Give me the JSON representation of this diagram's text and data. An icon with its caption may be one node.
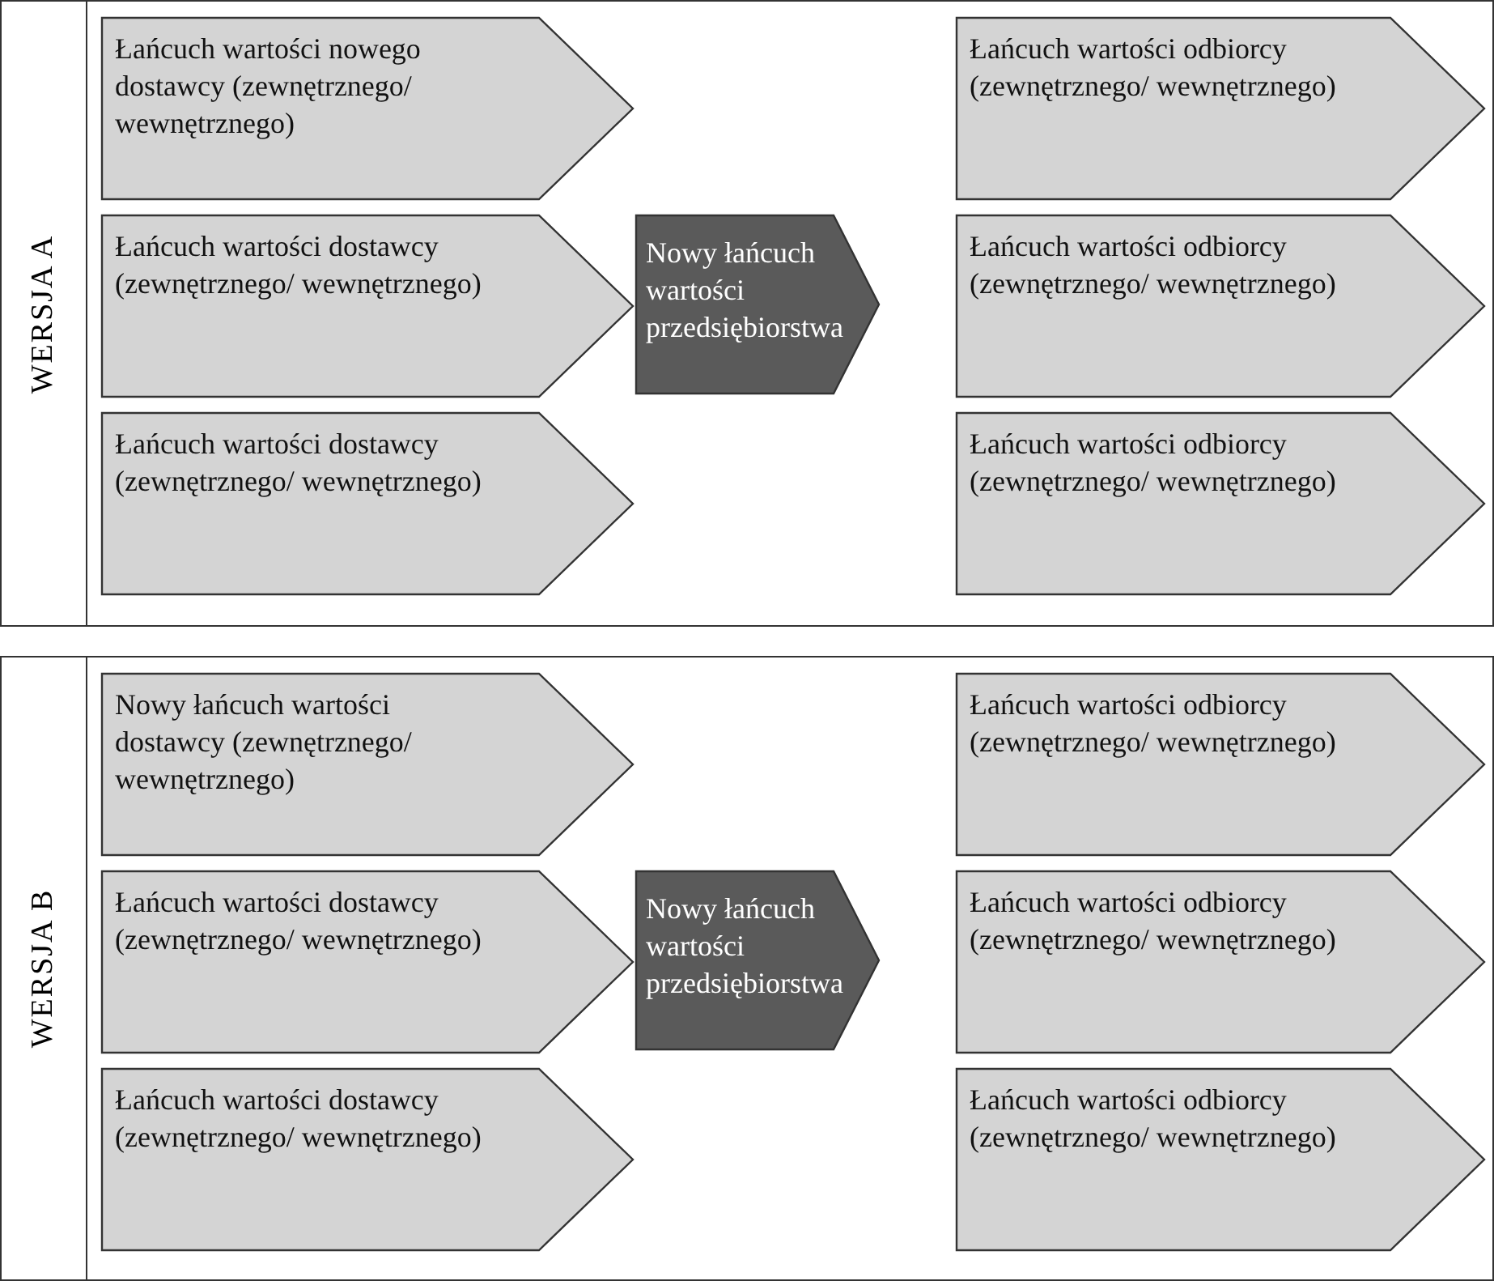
{
  "diagram": {
    "nodes": [
      {
        "text": [
          "WERSJA A"
        ]
      },
      {
        "text": [
          "Łańcuch wartości nowego dostawcy (zewnętrznego/ wewnętrznego)"
        ],
        "in": 0
      },
      {
        "text": [
          "Łańcuch wartości dostawcy (zewnętrznego/ wewnętrznego)"
        ],
        "in": 0
      },
      {
        "text": [
          "Łańcuch wartości dostawcy (zewnętrznego/ wewnętrznego)"
        ],
        "in": 0
      },
      {
        "text": [
          "Nowy łańcuch wartości przedsiębiorstwa"
        ],
        "in": 0
      },
      {
        "text": [
          "Łańcuch wartości odbiorcy (zewnętrznego/ wewnętrznego)"
        ],
        "in": 0
      },
      {
        "text": [
          "Łańcuch wartości odbiorcy (zewnętrznego/ wewnętrznego)"
        ],
        "in": 0
      },
      {
        "text": [
          "Łańcuch wartości odbiorcy (zewnętrznego/ wewnętrznego)"
        ],
        "in": 0
      },
      {
        "text": [
          "WERSJA B"
        ]
      },
      {
        "text": [
          "Nowy łańcuch wartości dostawcy (zewnętrznego/ wewnętrznego)"
        ],
        "in": 8
      },
      {
        "text": [
          "Łańcuch wartości dostawcy (zewnętrznego/ wewnętrznego)"
        ],
        "in": 8
      },
      {
        "text": [
          "Łańcuch wartości dostawcy (zewnętrznego/ wewnętrznego)"
        ],
        "in": 8
      },
      {
        "text": [
          "Nowy łańcuch wartości przedsiębiorstwa"
        ],
        "in": 8
      },
      {
        "text": [
          "Łańcuch wartości odbiorcy (zewnętrznego/ wewnętrznego)"
        ],
        "in": 8
      },
      {
        "text": [
          "Łańcuch wartości odbiorcy (zewnętrznego/ wewnętrznego)"
        ],
        "in": 8
      },
      {
        "text": [
          "Łańcuch wartości odbiorcy (zewnętrznego/ wewnętrznego)"
        ],
        "in": 8
      }
    ]
  }
}
